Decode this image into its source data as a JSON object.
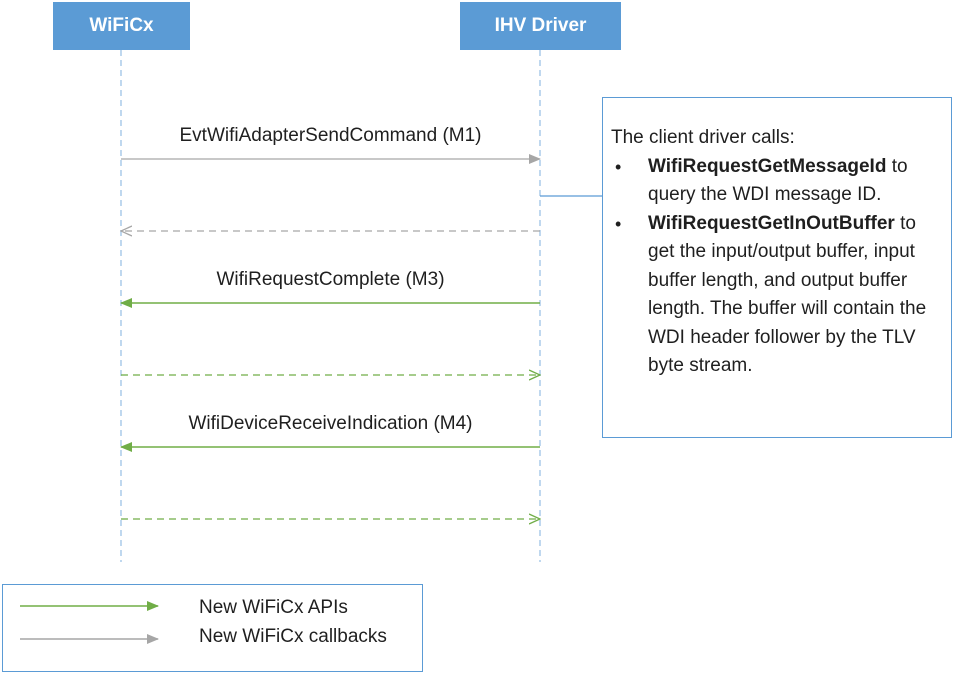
{
  "actors": {
    "left": "WiFiCx",
    "right": "IHV Driver"
  },
  "messages": [
    {
      "label": "EvtWifiAdapterSendCommand (M1)",
      "direction": "right",
      "style": "solid",
      "kind": "callback"
    },
    {
      "label": "",
      "direction": "left",
      "style": "dashed",
      "kind": "callback"
    },
    {
      "label": "WifiRequestComplete (M3)",
      "direction": "left",
      "style": "solid",
      "kind": "api"
    },
    {
      "label": "",
      "direction": "right",
      "style": "dashed",
      "kind": "api"
    },
    {
      "label": "WifiDeviceReceiveIndication (M4)",
      "direction": "left",
      "style": "solid",
      "kind": "api"
    },
    {
      "label": "",
      "direction": "right",
      "style": "dashed",
      "kind": "api"
    }
  ],
  "note": {
    "intro": "The client driver calls:",
    "items": [
      {
        "func": "WifiRequestGetMessageId",
        "text": " to query the WDI message ID."
      },
      {
        "func": "WifiRequestGetInOutBuffer",
        "text": " to get the input/output buffer, input buffer length, and output buffer length. The buffer will contain the WDI header follower by the TLV byte stream."
      }
    ],
    "bullet": "•"
  },
  "legend": {
    "api_label": "New WiFiCx APIs",
    "callback_label": "New WiFiCx callbacks"
  },
  "colors": {
    "actor_fill": "#5b9bd5",
    "api": "#70ad47",
    "callback": "#a6a6a6",
    "lifeline": "#9dc3e6",
    "border": "#5b9bd5"
  }
}
